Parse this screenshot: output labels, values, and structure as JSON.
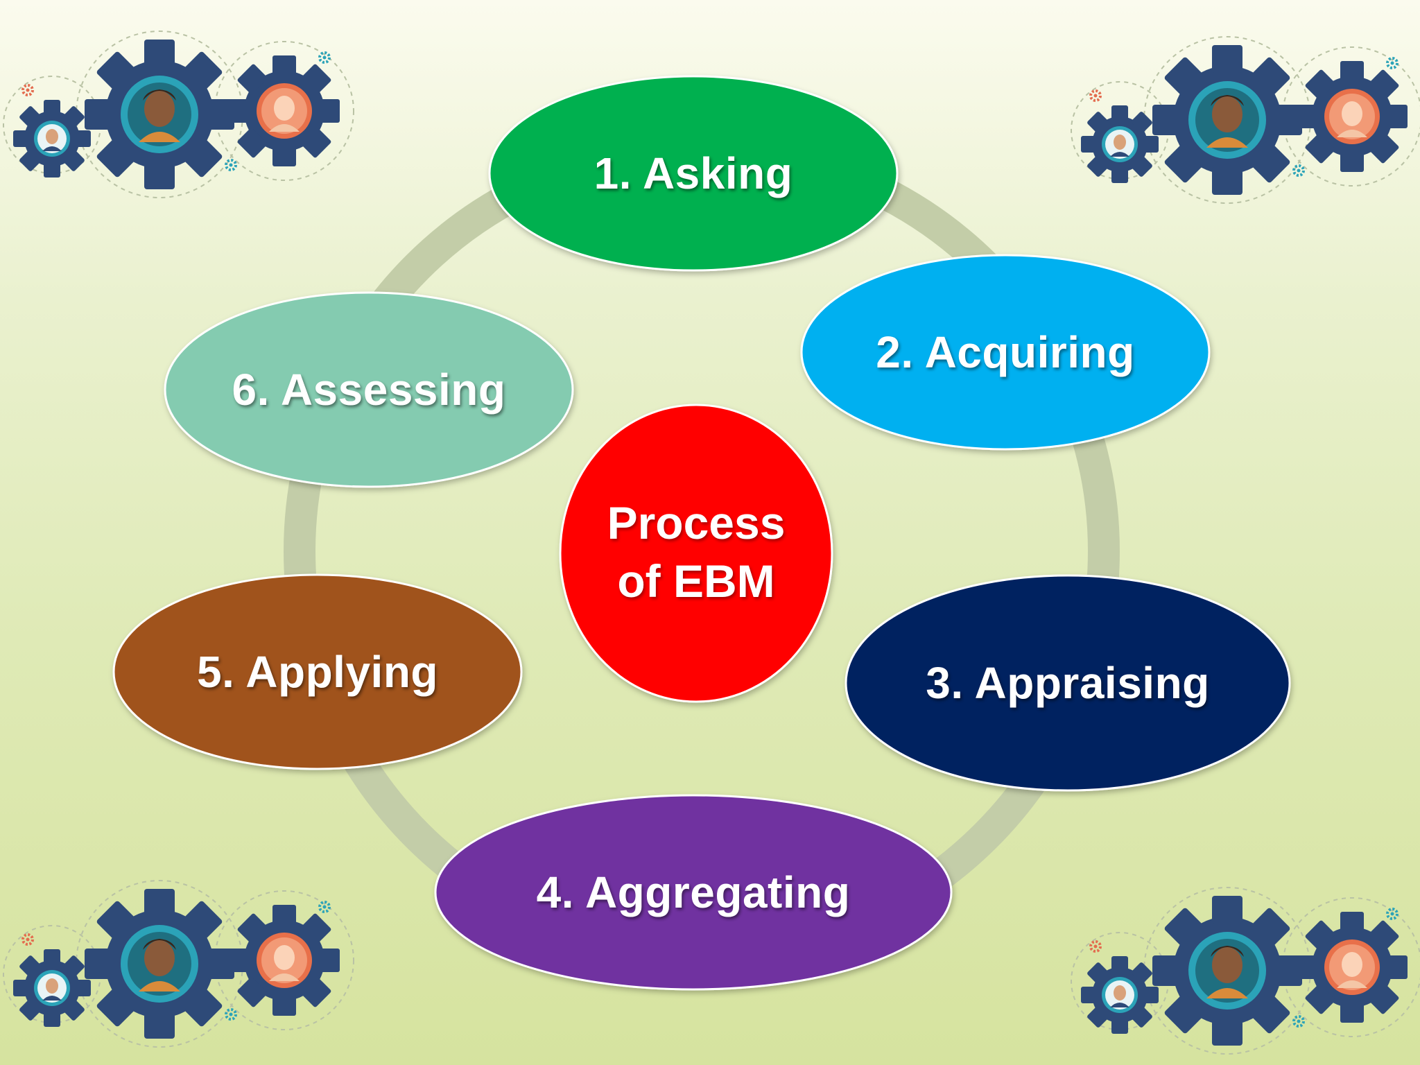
{
  "diagram": {
    "center": {
      "line1": "Process",
      "line2": "of EBM",
      "color": "#ff0000"
    },
    "steps": [
      {
        "label": "1. Asking",
        "color": "#00b050"
      },
      {
        "label": "2. Acquiring",
        "color": "#00b0f0"
      },
      {
        "label": "3. Appraising",
        "color": "#002060"
      },
      {
        "label": "4. Aggregating",
        "color": "#7030a0"
      },
      {
        "label": "5. Applying",
        "color": "#a0521d"
      },
      {
        "label": "6. Assessing",
        "color": "#84cbb0"
      }
    ],
    "ring_color": "#c3cda8"
  },
  "decorations": {
    "gear_color": "#2e4a78",
    "icon": "gear-people-icon"
  }
}
